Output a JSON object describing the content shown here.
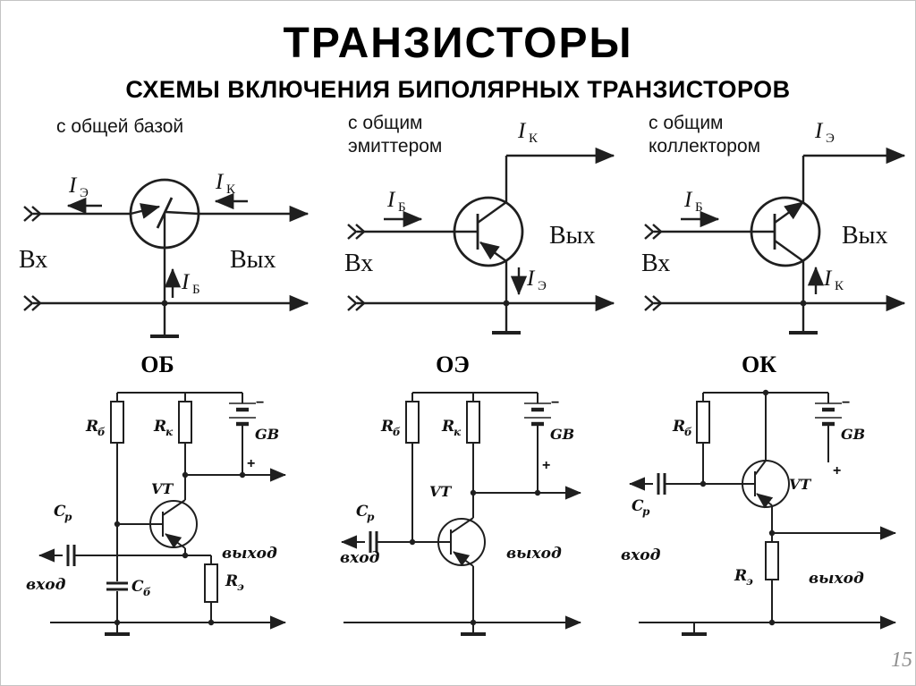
{
  "slide": {
    "title": "ТРАНЗИСТОРЫ",
    "subtitle": "СХЕМЫ ВКЛЮЧЕНИЯ БИПОЛЯРНЫХ ТРАНЗИСТОРОВ",
    "page_number": "15"
  },
  "colors": {
    "ink": "#1f1f1f",
    "page_border": "#c4c4c4"
  },
  "schemes": {
    "common_base": {
      "caption": "с общей базой",
      "input_label": "Вх",
      "output_label": "Вых",
      "emitter_current": {
        "sym": "I",
        "sub": "Э"
      },
      "collector_current": {
        "sym": "I",
        "sub": "К"
      },
      "base_current": {
        "sym": "I",
        "sub": "Б"
      }
    },
    "common_emitter": {
      "caption": "с общим эмиттером",
      "input_label": "Вх",
      "output_label": "Вых",
      "base_current": {
        "sym": "I",
        "sub": "Б"
      },
      "collector_current": {
        "sym": "I",
        "sub": "К"
      },
      "emitter_current": {
        "sym": "I",
        "sub": "Э"
      }
    },
    "common_collector": {
      "caption": "с общим коллектором",
      "input_label": "Вх",
      "output_label": "Вых",
      "base_current": {
        "sym": "I",
        "sub": "Б"
      },
      "emitter_current": {
        "sym": "I",
        "sub": "Э"
      },
      "collector_current": {
        "sym": "I",
        "sub": "К"
      }
    }
  },
  "circuits": {
    "ob": {
      "caption": "ОБ",
      "r_base": {
        "sym": "R",
        "sub": "б"
      },
      "r_collector": {
        "sym": "R",
        "sub": "к"
      },
      "r_emitter": {
        "sym": "R",
        "sub": "э"
      },
      "c_coupling": {
        "sym": "C",
        "sub": "р"
      },
      "c_base": {
        "sym": "С",
        "sub": "б"
      },
      "battery_label": "GB",
      "transistor_label": "VT",
      "minus": "−",
      "plus": "+",
      "input_label": "вход",
      "output_label": "выход"
    },
    "oe": {
      "caption": "ОЭ",
      "r_base": {
        "sym": "R",
        "sub": "б"
      },
      "r_collector": {
        "sym": "R",
        "sub": "к"
      },
      "c_coupling": {
        "sym": "C",
        "sub": "р"
      },
      "battery_label": "GB",
      "transistor_label": "VT",
      "minus": "−",
      "plus": "+",
      "input_label": "вход",
      "output_label": "выход"
    },
    "ok": {
      "caption": "ОК",
      "r_base": {
        "sym": "R",
        "sub": "б"
      },
      "r_emitter": {
        "sym": "R",
        "sub": "э"
      },
      "c_coupling": {
        "sym": "C",
        "sub": "р"
      },
      "battery_label": "GB",
      "transistor_label": "VT",
      "minus": "−",
      "plus": "+",
      "input_label": "вход",
      "output_label": "выход"
    }
  }
}
